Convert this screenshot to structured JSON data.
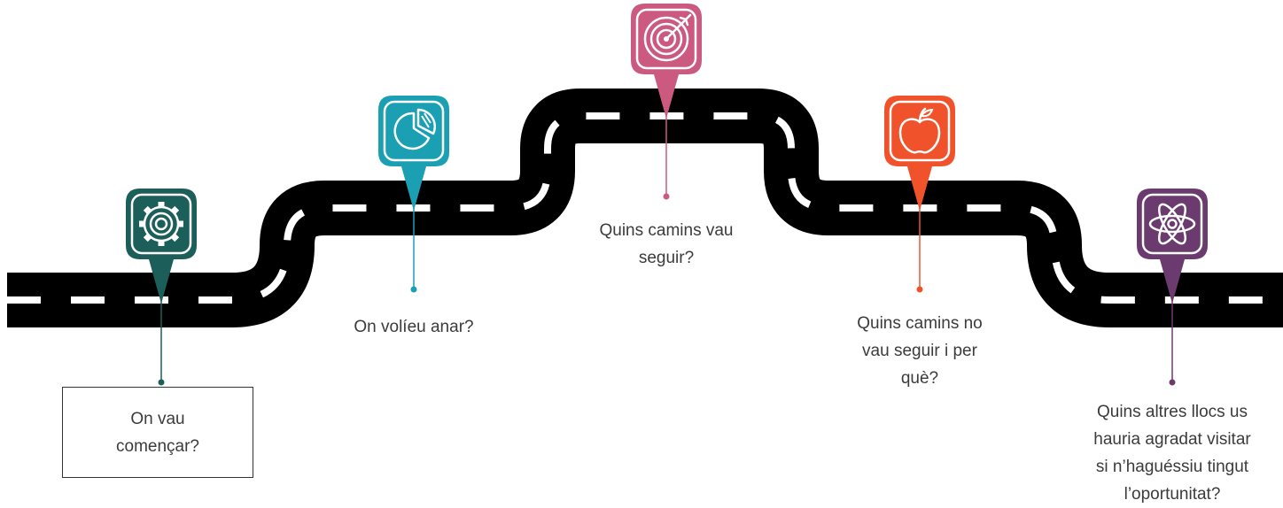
{
  "diagram": {
    "steps": [
      {
        "id": "start",
        "label_lines": [
          "On vau",
          "començar?"
        ],
        "color": "#1c5f5a",
        "icon": "gear-icon",
        "boxed": true
      },
      {
        "id": "goal-wanted",
        "label_lines": [
          "On volíeu anar?"
        ],
        "color": "#1aa0b2",
        "icon": "pie-chart-icon",
        "boxed": false
      },
      {
        "id": "paths-taken",
        "label_lines": [
          "Quins camins vau",
          "seguir?"
        ],
        "color": "#cc5a80",
        "icon": "target-icon",
        "boxed": false
      },
      {
        "id": "paths-not-taken",
        "label_lines": [
          "Quins camins no",
          "vau seguir i per",
          "què?"
        ],
        "color": "#f0532b",
        "icon": "apple-icon",
        "boxed": false
      },
      {
        "id": "other-places",
        "label_lines": [
          "Quins altres llocs us",
          "hauria agradat visitar",
          "si n’haguéssiu tingut",
          "l’oportunitat?"
        ],
        "color": "#6b3a6e",
        "icon": "atom-icon",
        "boxed": false
      }
    ],
    "road_color": "#000000",
    "dash_color": "#ffffff",
    "text_color": "#3b3b3b"
  }
}
